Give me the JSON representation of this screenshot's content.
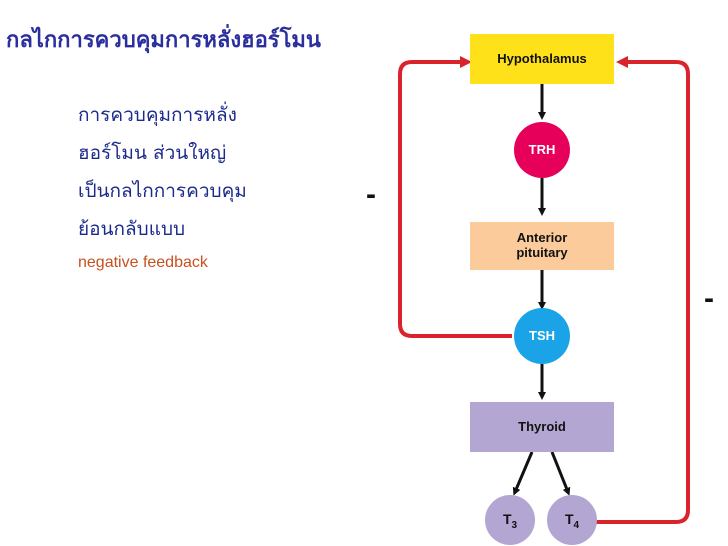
{
  "title": "กลไกการควบคุมการหลั่งฮอร์โมน",
  "body": {
    "lines": [
      "การควบคุมการหลั่ง",
      "ฮอร์โมน ส่วนใหญ่",
      "เป็นกลไกการควบคุม",
      "ย้อนกลับแบบ"
    ],
    "accent": "negative feedback"
  },
  "diagram": {
    "hypothalamus": "Hypothalamus",
    "trh": "TRH",
    "anterior_pituitary": "Anterior\npituitary",
    "tsh": "TSH",
    "thyroid": "Thyroid",
    "t3": "T",
    "t3_sub": "3",
    "t4": "T",
    "t4_sub": "4",
    "minus_left": "-",
    "minus_right": "-"
  },
  "colors": {
    "title": "#2b2f9e",
    "body": "#1c2a8c",
    "accent": "#c8501e",
    "hypothalamus_box": "#ffe11a",
    "pituitary_box": "#fbcb9c",
    "thyroid_box": "#b3a6d2",
    "hormone_circle": "#e6005a",
    "tsh_circle": "#1aa3e6",
    "t_circle": "#b3a6d2",
    "feedback_arrow": "#d9242b"
  }
}
